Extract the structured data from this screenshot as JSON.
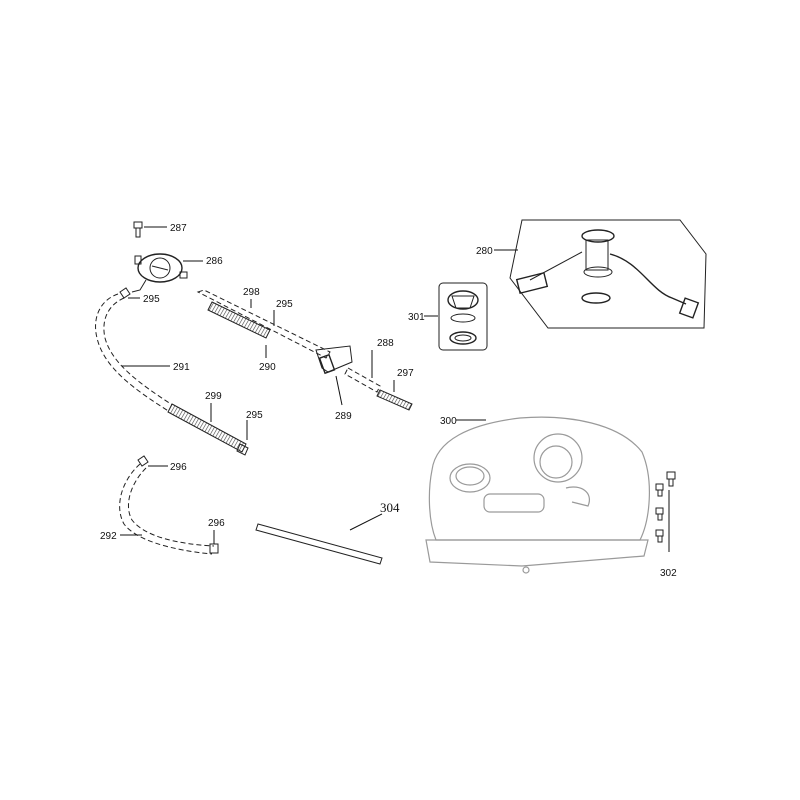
{
  "diagram": {
    "labels": {
      "p280": "280",
      "p286": "286",
      "p287": "287",
      "p288": "288",
      "p289": "289",
      "p290": "290",
      "p291": "291",
      "p292": "292",
      "p295a": "295",
      "p295b": "295",
      "p295c": "295",
      "p296a": "296",
      "p296b": "296",
      "p297": "297",
      "p298": "298",
      "p299": "299",
      "p300": "300",
      "p301": "301",
      "p302": "302",
      "p304": "304"
    }
  }
}
